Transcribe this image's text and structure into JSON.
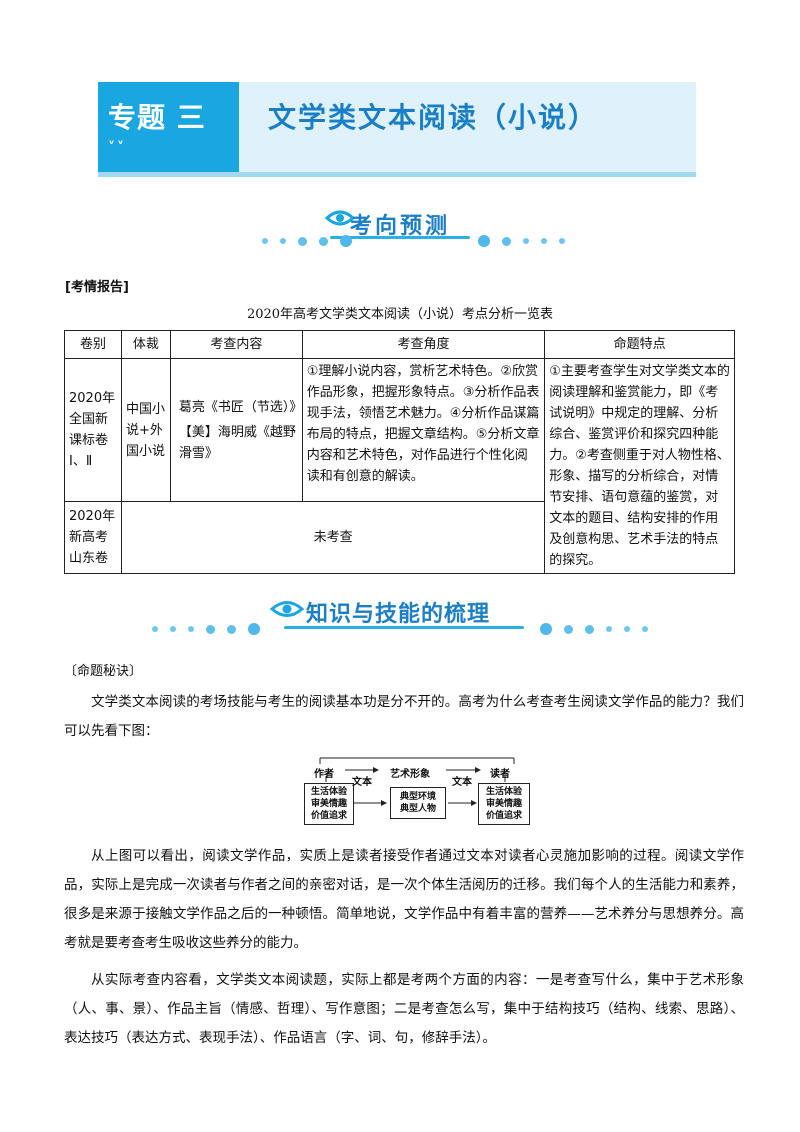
{
  "header": {
    "zhuanti": "专题 三",
    "chevrons": "˅˅",
    "title": "文学类文本阅读（小说）"
  },
  "section1": {
    "title": "考向预测"
  },
  "report_label": "[考情报告]",
  "table": {
    "caption": "2020年高考文学类文本阅读（小说）考点分析一览表",
    "headers": [
      "卷别",
      "体裁",
      "考查内容",
      "考查角度",
      "命题特点"
    ],
    "row1": {
      "juanbie": "2020年全国新课标卷Ⅰ、Ⅱ",
      "ticai": "中国小说+外国小说",
      "neirong1": "葛亮《书匠（节选）》",
      "neirong2": "【美】海明威《越野滑雪》",
      "jiaodu": "①理解小说内容，赏析艺术特色。②欣赏作品形象，把握形象特点。③分析作品表现手法，领悟艺术魅力。④分析作品谋篇布局的特点，把握文章结构。⑤分析文章内容和艺术特色，对作品进行个性化阅读和有创意的解读。",
      "tedian": "①主要考查学生对文学类文本的阅读理解和鉴赏能力，即《考试说明》中规定的理解、分析综合、鉴赏评价和探究四种能力。②考查侧重于对人物性格、形象、描写的分析综合，对情节安排、语句意蕴的鉴赏，对文本的题目、结构安排的作用及创意构思、艺术手法的特点的探究。"
    },
    "row2": {
      "juanbie": "2020年新高考山东卷",
      "merged": "未考查"
    }
  },
  "section2": {
    "title": "知识与技能的梳理"
  },
  "mingti_label": "〔命题秘诀〕",
  "paragraphs": {
    "p1": "文学类文本阅读的考场技能与考生的阅读基本功是分不开的。高考为什么考查考生阅读文学作品的能力？我们可以先看下图：",
    "p2": "从上图可以看出，阅读文学作品，实质上是读者接受作者通过文本对读者心灵施加影响的过程。阅读文学作品，实际上是完成一次读者与作者之间的亲密对话，是一次个体生活阅历的迁移。我们每个人的生活能力和素养，很多是来源于接触文学作品之后的一种顿悟。简单地说，文学作品中有着丰富的营养——艺术养分与思想养分。高考就是要考查考生吸收这些养分的能力。",
    "p3": "从实际考查内容看，文学类文本阅读题，实际上都是考两个方面的内容：一是考查写什么，集中于艺术形象（人、事、景）、作品主旨（情感、哲理）、写作意图；二是考查怎么写，集中于结构技巧（结构、线索、思路）、表达技巧（表达方式、表现手法）、作品语言（字、词、句，修辞手法）。"
  },
  "diagram": {
    "author": "作者",
    "text_left": "文本",
    "image": "艺术形象",
    "text_right": "文本",
    "reader": "读者",
    "left_box": [
      "生活体验",
      "审美情趣",
      "价值追求"
    ],
    "center_box": [
      "典型环境",
      "典型人物"
    ],
    "right_box": [
      "生活体验",
      "审美情趣",
      "价值追求"
    ]
  },
  "colors": {
    "accent": "#1aa7e1",
    "title_blue": "#1a7fc6",
    "banner_light": "#dff2fb"
  }
}
